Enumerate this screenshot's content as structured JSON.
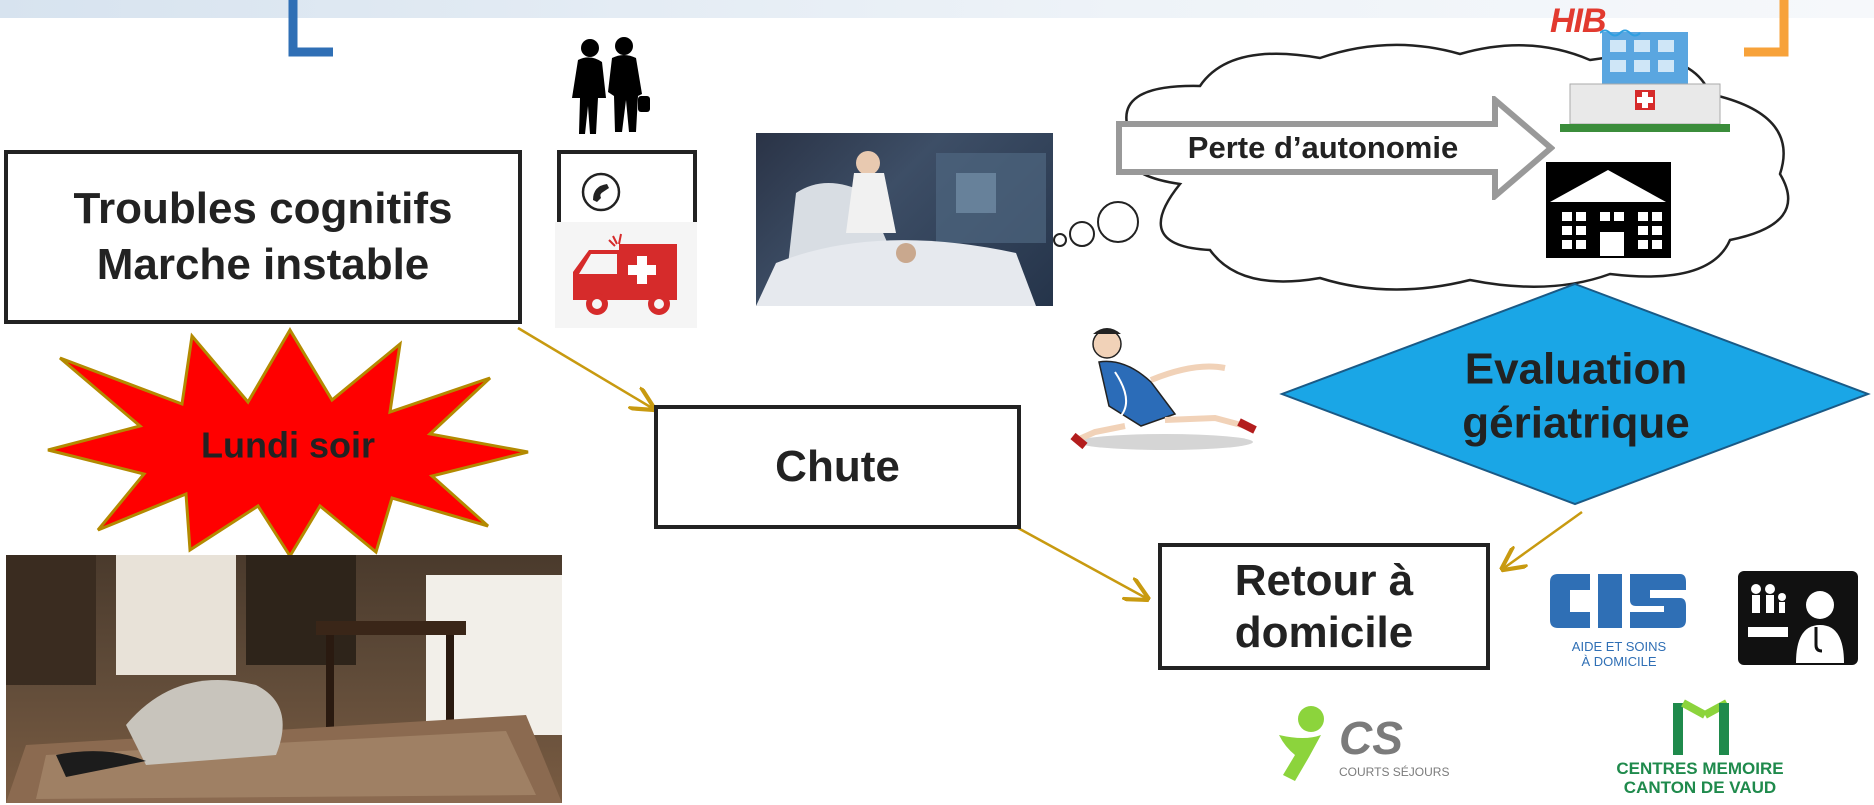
{
  "boxes": {
    "troubles_line1": "Troubles cognitifs",
    "troubles_line2": "Marche instable",
    "chute": "Chute",
    "retour_line1": "Retour à",
    "retour_line2": "domicile"
  },
  "starburst": {
    "label": "Lundi soir",
    "fill": "#ff0000",
    "stroke": "#b38a00"
  },
  "arrow": {
    "label": "Perte d’autonomie"
  },
  "diamond": {
    "line1": "Evaluation",
    "line2": "gériatrique",
    "fill": "#1aa6e6"
  },
  "logos": {
    "hib": "HIB",
    "cms_line1": "AIDE ET SOINS",
    "cms_line2": "À DOMICILE",
    "cs": "CS",
    "cs_sub": "COURTS SÉJOURS",
    "memoire_line1": "CENTRES MEMOIRE",
    "memoire_line2": "CANTON DE VAUD"
  },
  "colors": {
    "connector": "#c89a10",
    "brand_blue": "#2f6fb5",
    "orange": "#f7a23a",
    "green": "#1f8a4c",
    "lime": "#8cd43c"
  }
}
